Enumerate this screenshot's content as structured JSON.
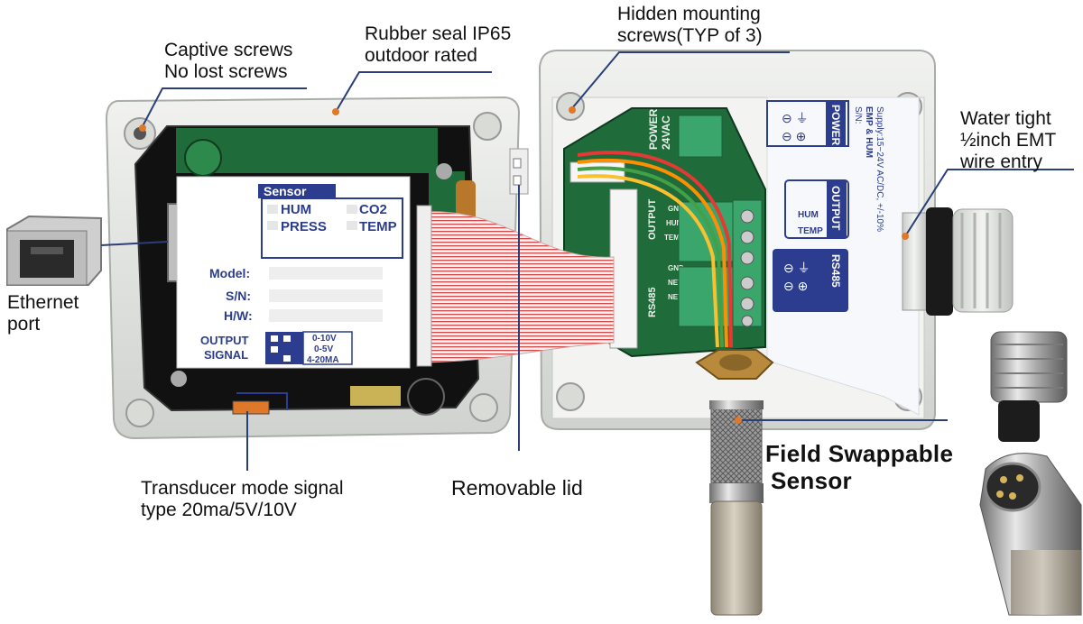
{
  "callouts": {
    "captive_screws": [
      "Captive screws",
      "No lost screws"
    ],
    "rubber_seal": [
      "Rubber seal IP65",
      "outdoor rated"
    ],
    "hidden_screws": [
      "Hidden mounting",
      "screws(TYP of 3)"
    ],
    "water_tight": [
      "Water tight",
      "½inch EMT",
      "wire entry"
    ],
    "ethernet": [
      "Ethernet",
      "port"
    ],
    "transducer": [
      "Transducer mode signal",
      "type 20ma/5V/10V"
    ],
    "removable_lid": "Removable lid",
    "field_sensor": [
      "Field Swappable",
      "Sensor"
    ]
  },
  "lid_label": {
    "header": "Sensor",
    "options": [
      "HUM",
      "CO2",
      "PRESS",
      "TEMP"
    ],
    "fields": [
      "Model:",
      "S/N:",
      "H/W:"
    ],
    "output_signal": [
      "OUTPUT",
      "SIGNAL"
    ],
    "signal_types": [
      "0-10V",
      "0-5V",
      "4-20MA"
    ]
  },
  "board_label": {
    "power": "POWER",
    "output": "OUTPUT",
    "rs485": "RS485",
    "hum": "HUM",
    "temp": "TEMP",
    "model": "EMP & HUM",
    "supply": "Supply:15~24V AC/DC, +/-10%",
    "sn": "S/N:",
    "pcb_output": "OUTPUT",
    "pcb_rs485": "RS485",
    "pcb_power": "POWER",
    "pcb_24vac": "24VAC",
    "terminals_top": [
      "GND",
      "HUM",
      "TEMP"
    ],
    "terminals_bottom": [
      "GND",
      "NET",
      "NET"
    ]
  },
  "colors": {
    "enclosure": "#e4e6e3",
    "pcb": "#1f6b3a",
    "label_blue": "#2c3d8f",
    "terminal_green": "#3aa66b",
    "ribbon_red": "#d24a4a",
    "brass": "#b98a3c",
    "callout_line": "#2a3f7a"
  }
}
